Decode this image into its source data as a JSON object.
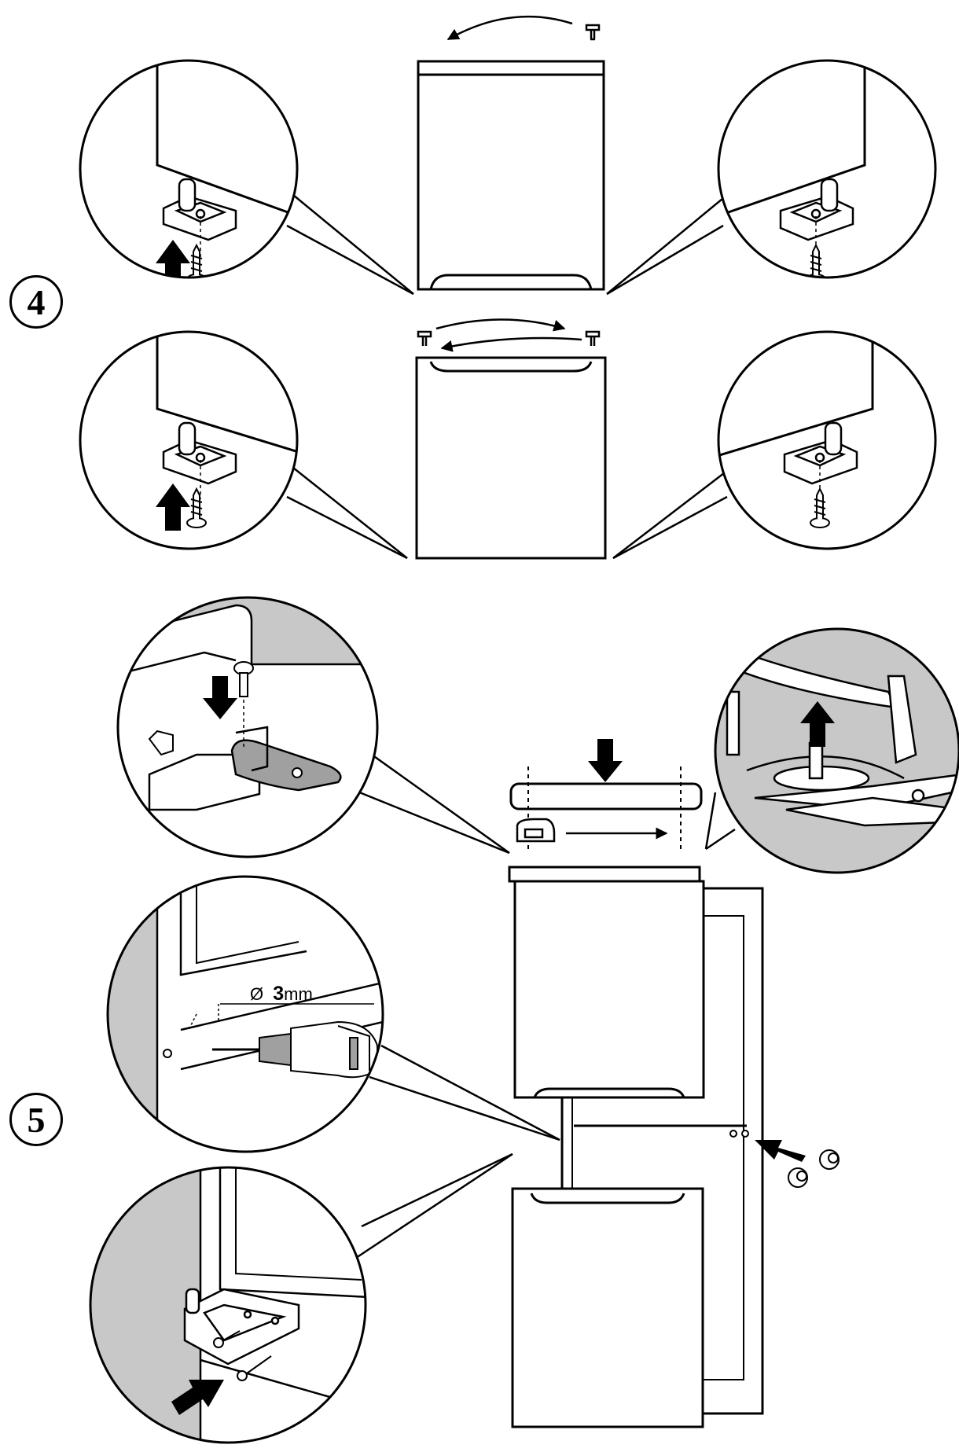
{
  "steps": {
    "step4_label": "4",
    "step5_label": "5"
  },
  "drill": {
    "diameter_symbol": "Ø",
    "diameter_value": "3",
    "diameter_unit": "mm"
  },
  "colors": {
    "line": "#000000",
    "shade": "#c8c8c8",
    "dark_shade": "#a0a0a0",
    "background": "#ffffff"
  }
}
